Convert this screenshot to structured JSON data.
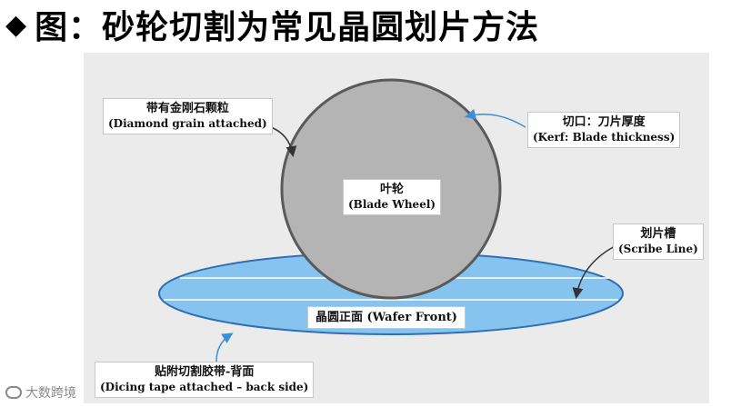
{
  "title": {
    "bullet": "◆",
    "text": "图：砂轮切割为常见晶圆划片方法"
  },
  "labels": {
    "diamond": {
      "cn": "带有金刚石颗粒",
      "en": "(Diamond grain attached)"
    },
    "kerf": {
      "cn": "切口：刀片厚度",
      "en": "(Kerf: Blade thickness)"
    },
    "blade": {
      "cn": "叶轮",
      "en": "(Blade Wheel)"
    },
    "scribe": {
      "cn": "划片槽",
      "en": "(Scribe Line)"
    },
    "wafer": {
      "text": "晶圆正面 (Wafer Front)"
    },
    "tape": {
      "cn": "贴附切割胶带-背面",
      "en": "(Dicing tape attached – back side)"
    }
  },
  "watermark": {
    "text": "大数跨境"
  },
  "colors": {
    "panel": "#ebebeb",
    "blade_fill": "#b4b4b4",
    "blade_stroke": "#5a5a5a",
    "wafer_fill": "#86c3ee",
    "wafer_stroke": "#2f6fb3",
    "scribe_line": "#ffffff",
    "arrow_dark": "#333333",
    "arrow_blue": "#3b8fd8"
  }
}
